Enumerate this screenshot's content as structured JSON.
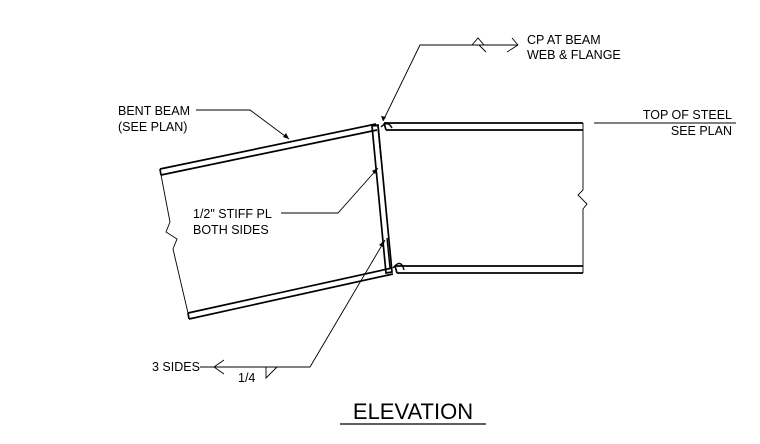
{
  "labels": {
    "cp_weld_line1": "CP AT BEAM",
    "cp_weld_line2": "WEB & FLANGE",
    "bent_beam_line1": "BENT BEAM",
    "bent_beam_line2": "(SEE PLAN)",
    "top_of_steel_line1": "TOP OF STEEL",
    "top_of_steel_line2": "SEE PLAN",
    "stiff_pl_line1": "1/2\" STIFF PL",
    "stiff_pl_line2": "BOTH SIDES",
    "fillet_sides": "3 SIDES",
    "fillet_size": "1/4",
    "title": "ELEVATION"
  }
}
